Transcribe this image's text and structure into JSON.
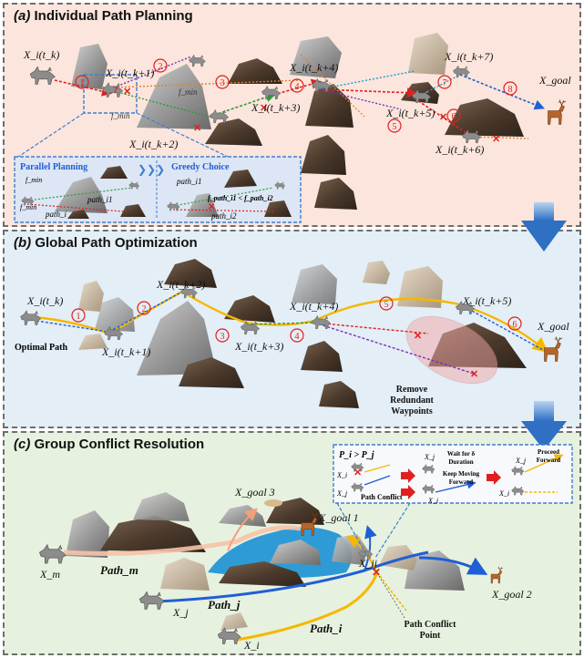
{
  "panels": {
    "a": {
      "tag": "(a)",
      "title": "Individual Path Planning"
    },
    "b": {
      "tag": "(b)",
      "title": "Global Path Optimization"
    },
    "c": {
      "tag": "(c)",
      "title": "Group Conflict Resolution"
    }
  },
  "a": {
    "labels": {
      "xtk": "X_i(t_k)",
      "xtk1": "X_i(t_k+1)",
      "xtk2": "X_i(t_k+2)",
      "xtk3": "X_i(t_k+3)",
      "xtk4": "X_i(t_k+4)",
      "xtk5": "X_i(t_k+5)",
      "xtk6": "X_i(t_k+6)",
      "xtk7": "X_i(t_k+7)",
      "xgoal": "X_goal",
      "fmin": "f_min",
      "fmin2": "f_min",
      "question": "?"
    },
    "steps": [
      "1",
      "2",
      "3",
      "4",
      "5",
      "6",
      "7",
      "8"
    ],
    "inset": {
      "parallel": "Parallel Planning",
      "greedy": "Greedy Choice",
      "fmin": "f_min",
      "fmin2": "f_min",
      "pathi1": "path_i1",
      "pathi1b": "path_i1",
      "pathi2": "path_i2",
      "formula": "f_path_i1 < f_path_i2",
      "pathi_small": "path_i"
    }
  },
  "b": {
    "labels": {
      "xtk": "X_i(t_k)",
      "xtk1": "X_i(t_k+1)",
      "xtk2": "X_i(t_k+2)",
      "xtk3": "X_i(t_k+3)",
      "xtk4": "X_i(t_k+4)",
      "xtk5": "X_i(t_k+5)",
      "xgoal": "X_goal",
      "optimal": "Optimal Path",
      "remove1": "Remove",
      "remove2": "Redundant",
      "remove3": "Waypoints"
    },
    "steps": [
      "1",
      "2",
      "3",
      "4",
      "5",
      "6"
    ]
  },
  "c": {
    "labels": {
      "xm": "X_m",
      "xj": "X_j",
      "xi": "X_i",
      "pathm": "Path_m",
      "pathj": "Path_j",
      "pathi": "Path_i",
      "goal1": "X_goal 1",
      "goal2": "X_goal 2",
      "goal3": "X_goal 3",
      "xij": "X_ij",
      "conflict1": "Path Conflict",
      "conflict2": "Point"
    },
    "inset": {
      "rule": "P_i > P_j",
      "xi_a": "X_i",
      "xj_a": "X_j",
      "conflict": "Path Conflict",
      "wait1": "Wait for δ",
      "wait2": "Duration",
      "xj_b": "X_j",
      "keep1": "Keep Moving",
      "keep2": "Forward",
      "xi_b": "X_i",
      "proceed1": "Proceed",
      "proceed2": "Forward",
      "xj_c": "X_j",
      "xi_c": "X_i"
    }
  },
  "colors": {
    "rock_dark": "#5a4636",
    "rock_gray": "#9a9a9a",
    "wolf": "#8c8c8c",
    "deer": "#b5652b",
    "step_red": "#e02020",
    "path_orange": "#f5b800",
    "path_blue": "#1f5fd6",
    "path_green": "#2e9a3a",
    "path_purple": "#7a2fb8",
    "path_red": "#e02020",
    "arrow_blue": "#3d7fd0",
    "water": "#2e9bd6"
  }
}
